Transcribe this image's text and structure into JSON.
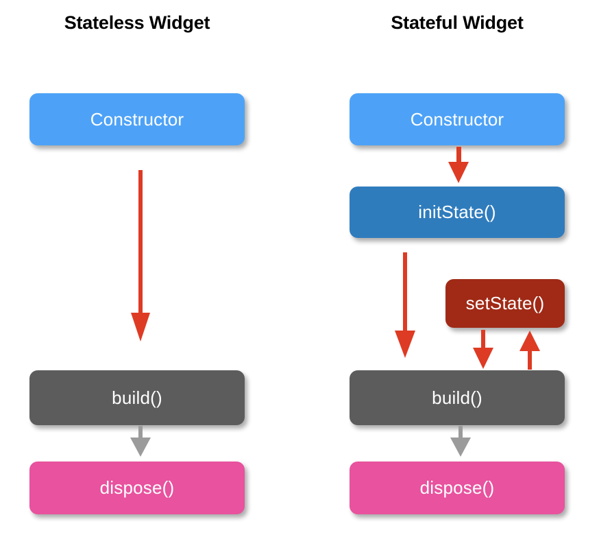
{
  "diagram": {
    "title_left": "Stateless Widget",
    "title_right": "Stateful Widget",
    "background": "#ffffff"
  },
  "colors": {
    "constructor_blue": "#4da2f7",
    "initstate_blue": "#2f7cbd",
    "setstate_red": "#a02a16",
    "build_gray": "#5c5c5c",
    "dispose_pink": "#e8529e",
    "arrow_red": "#de3b24",
    "arrow_gray": "#9b9b9b",
    "title_black": "#000000",
    "node_text": "#ffffff"
  },
  "columns": {
    "stateless": {
      "header": "Stateless Widget",
      "nodes": [
        {
          "id": "constructor",
          "label": "Constructor",
          "color_key": "constructor_blue"
        },
        {
          "id": "build",
          "label": "build()",
          "color_key": "build_gray"
        },
        {
          "id": "dispose",
          "label": "dispose()",
          "color_key": "dispose_pink"
        }
      ],
      "arrows": [
        {
          "id": "constructor-to-build",
          "from": "constructor",
          "to": "build",
          "direction": "down",
          "color_key": "arrow_red"
        },
        {
          "id": "build-to-dispose",
          "from": "build",
          "to": "dispose",
          "direction": "down",
          "color_key": "arrow_gray"
        }
      ]
    },
    "stateful": {
      "header": "Stateful Widget",
      "nodes": [
        {
          "id": "constructor",
          "label": "Constructor",
          "color_key": "constructor_blue"
        },
        {
          "id": "initstate",
          "label": "initState()",
          "color_key": "initstate_blue"
        },
        {
          "id": "setstate",
          "label": "setState()",
          "color_key": "setstate_red"
        },
        {
          "id": "build",
          "label": "build()",
          "color_key": "build_gray"
        },
        {
          "id": "dispose",
          "label": "dispose()",
          "color_key": "dispose_pink"
        }
      ],
      "arrows": [
        {
          "id": "constructor-to-initstate",
          "from": "constructor",
          "to": "initstate",
          "direction": "down",
          "color_key": "arrow_red"
        },
        {
          "id": "initstate-to-build",
          "from": "initstate",
          "to": "build",
          "direction": "down",
          "color_key": "arrow_red"
        },
        {
          "id": "setstate-to-build",
          "from": "setstate",
          "to": "build",
          "direction": "down",
          "color_key": "arrow_red"
        },
        {
          "id": "build-to-setstate",
          "from": "build",
          "to": "setstate",
          "direction": "up",
          "color_key": "arrow_red"
        },
        {
          "id": "build-to-dispose",
          "from": "build",
          "to": "dispose",
          "direction": "down",
          "color_key": "arrow_gray"
        }
      ]
    }
  }
}
